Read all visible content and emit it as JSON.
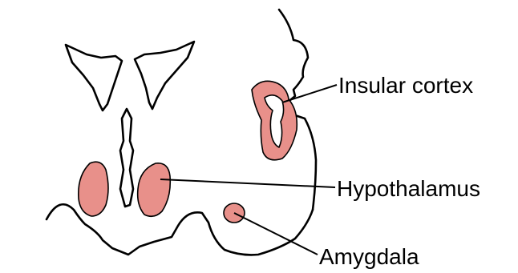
{
  "diagram": {
    "labels": {
      "insular_cortex": "Insular cortex",
      "hypothalamus": "Hypothalamus",
      "amygdala": "Amygdala"
    },
    "colors": {
      "highlight": "#E8908A",
      "outline": "#000000",
      "background": "#FFFFFF"
    }
  }
}
